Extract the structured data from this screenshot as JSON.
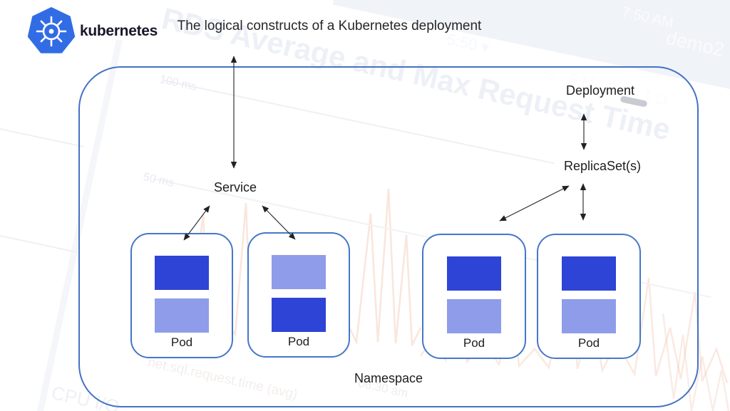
{
  "header": {
    "brand": "kubernetes",
    "title": "The logical constructs of a Kubernetes deployment"
  },
  "colors": {
    "kubernetes_blue": "#326CE5",
    "box_border": "#4472C4",
    "pod_border": "#4577C9",
    "container_dark": "#2E44D6",
    "container_light": "#8F9CEA"
  },
  "diagram": {
    "namespace": "Namespace",
    "deployment": "Deployment",
    "replicaset": "ReplicaSet(s)",
    "service": "Service",
    "pods": [
      {
        "label": "Pod",
        "top": "#2E44D6",
        "bottom": "#8F9CEA"
      },
      {
        "label": "Pod",
        "top": "#8F9CEA",
        "bottom": "#2E44D6"
      },
      {
        "label": "Pod",
        "top": "#2E44D6",
        "bottom": "#8F9CEA"
      },
      {
        "label": "Pod",
        "top": "#2E44D6",
        "bottom": "#8F9CEA"
      }
    ]
  },
  "watermark": {
    "dashboard_title": "RDS Average and Max Request Time",
    "time_a": "7:50 AM",
    "time_b": "5:50 ▾",
    "env": "demo2",
    "timeframe": "⊙ 5M 2H 1D",
    "tick_100": "100 ms",
    "tick_50": "50 ms",
    "tick_time": "06:30 am",
    "metric": "net.sql.request.time (avg)",
    "cpu": "CPU I/O"
  }
}
